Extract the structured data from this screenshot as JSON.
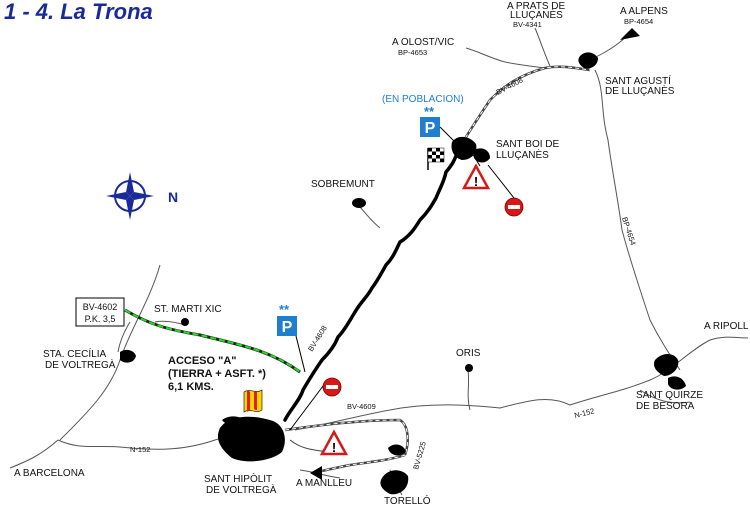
{
  "title": "1 - 4. La Trona",
  "colors": {
    "title": "#1a2a9a",
    "road": "#555555",
    "stage": "#000000",
    "access": "#22dd22",
    "parking": "#1e7fd0",
    "warning": "#d81818",
    "flag_red": "#e02020",
    "flag_yellow": "#ffd400"
  },
  "compass": {
    "label": "N"
  },
  "places": {
    "prats": [
      "A PRATS DE",
      "LLUÇANÈS"
    ],
    "prats_road": "BV-4341",
    "alpens": "A ALPENS",
    "alpens_road": "BP-4654",
    "olost": "A OLOST/VIC",
    "olost_road": "BP-4653",
    "sant_agusti": [
      "SANT AGUSTÍ",
      "DE LLUÇANÈS"
    ],
    "en_poblacion": "(EN POBLACION)",
    "sant_boi": [
      "SANT BOI DE",
      "LLUÇANÈS"
    ],
    "sobremunt": "SOBREMUNT",
    "bp4654_vertical": "BP-4654",
    "bv4608_top": "BV-4608",
    "bv4608_mid": "BV-4608",
    "ripoll": "A RIPOLL",
    "sant_quirze": [
      "SANT QUIRZE",
      "DE BESORA"
    ],
    "oris": "ORIS",
    "n152_right": "N-152",
    "st_marti": "ST. MARTI XIC",
    "sta_cecilia": [
      "STA. CECÍLIA",
      "DE VOLTREGÀ"
    ],
    "bv4602_box": [
      "BV-4602",
      "P.K. 3,5"
    ],
    "acceso": [
      "ACCESO \"A\"",
      "(TIERRA + ASFT. *)",
      "6,1 KMS."
    ],
    "bv4609": "BV-4609",
    "bv5225": "BV-5225",
    "n152_left": "N-152",
    "barcelona": "A BARCELONA",
    "sant_hipolit": [
      "SANT HIPÒLIT",
      "DE VOLTREGÀ"
    ],
    "manlleu": "A MANLLEU",
    "torello": "TORELLÓ"
  },
  "parking": [
    {
      "stars": "**",
      "letter": "P"
    },
    {
      "stars": "**",
      "letter": "P"
    }
  ]
}
